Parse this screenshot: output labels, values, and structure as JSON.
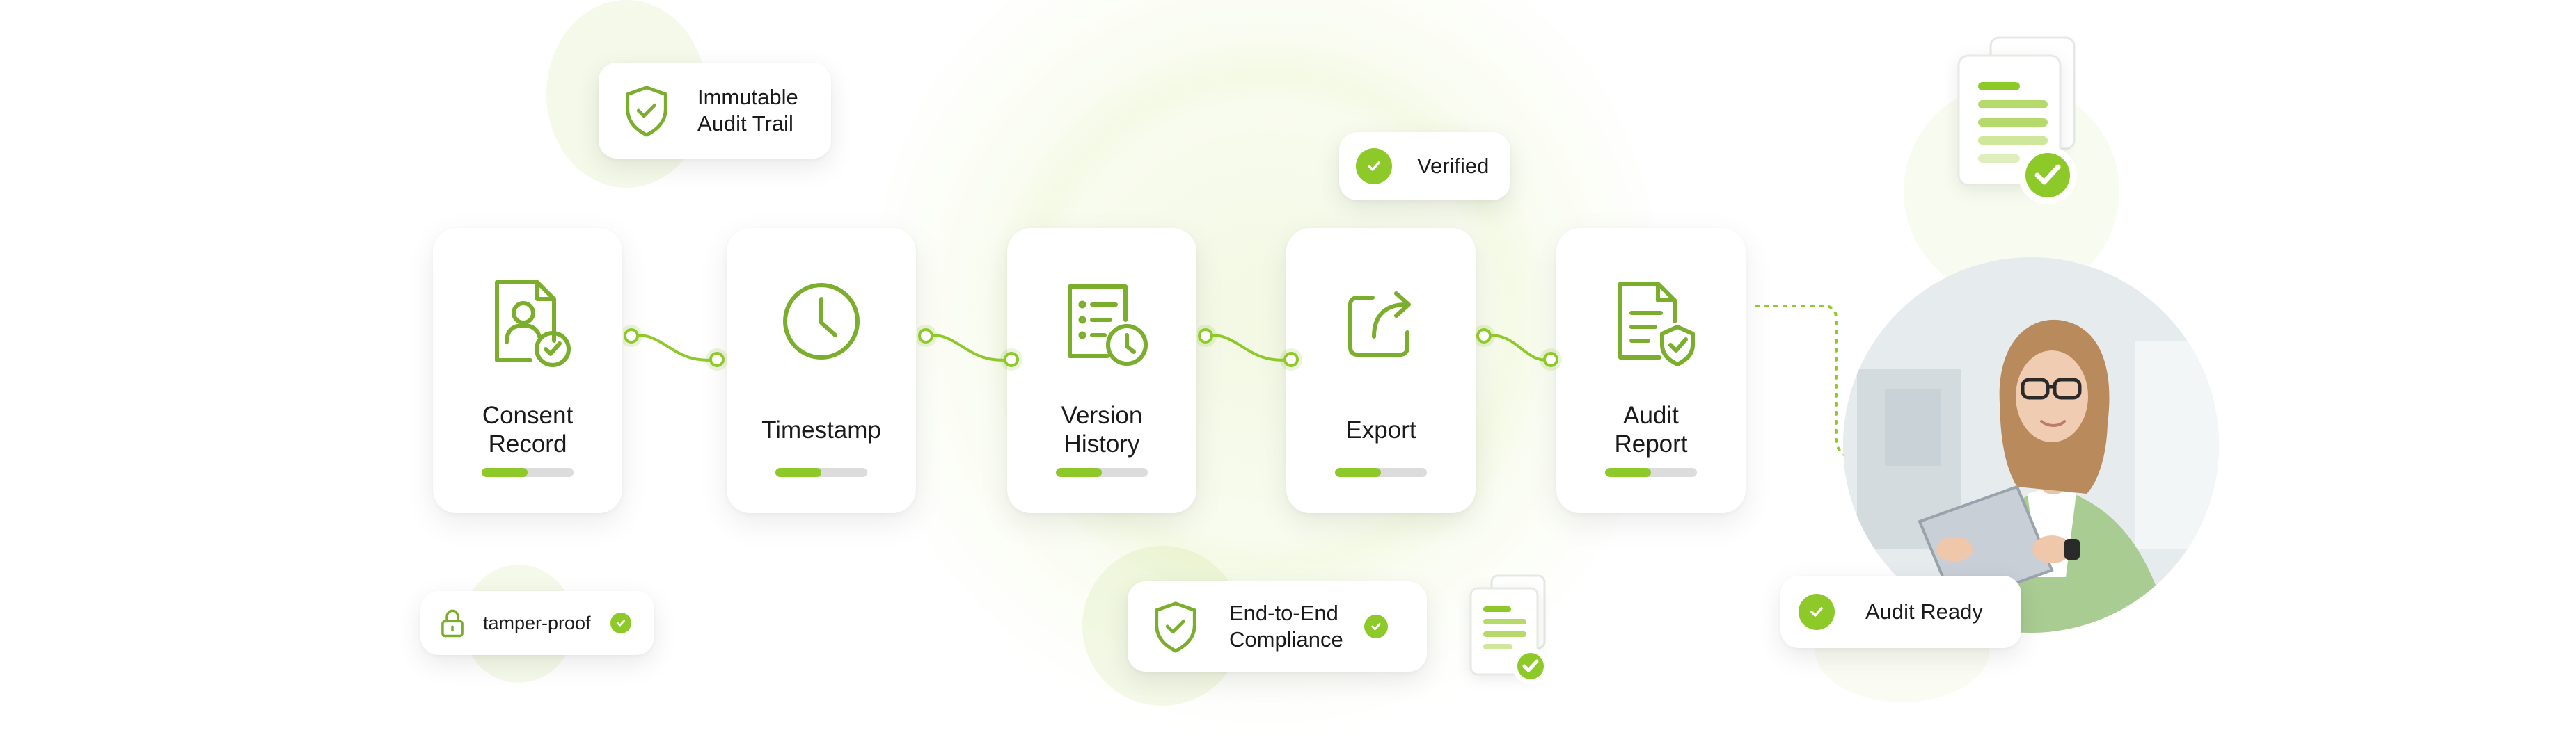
{
  "steps": [
    {
      "label": "Consent\nRecord",
      "icon": "consent-document-icon",
      "progress": 0.5
    },
    {
      "label": "Timestamp",
      "icon": "clock-icon",
      "progress": 0.5
    },
    {
      "label": "Version\nHistory",
      "icon": "version-history-icon",
      "progress": 0.5
    },
    {
      "label": "Export",
      "icon": "export-icon",
      "progress": 0.5
    },
    {
      "label": "Audit\nReport",
      "icon": "audit-report-icon",
      "progress": 0.5
    }
  ],
  "badges": {
    "immutable": "Immutable\nAudit Trail",
    "verified": "Verified",
    "tamper_proof": "tamper-proof",
    "compliance": "End-to-End\nCompliance",
    "audit_ready": "Audit Ready"
  },
  "colors": {
    "accent": "#8ec92a",
    "icon_stroke": "#7aae2c",
    "track": "#dcdcdc"
  }
}
